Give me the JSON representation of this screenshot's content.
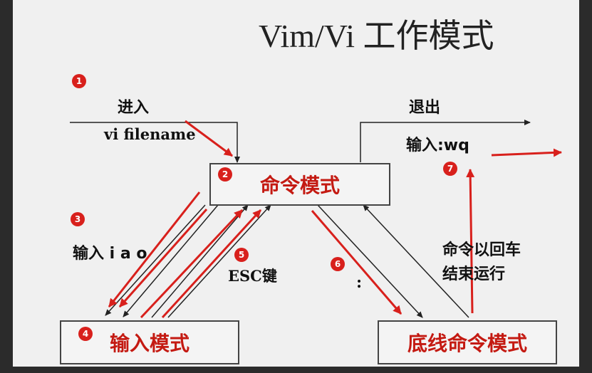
{
  "title": "Vim/Vi 工作模式",
  "modes": {
    "command": "命令模式",
    "insert": "输入模式",
    "lastline": "底线命令模式"
  },
  "labels": {
    "enter": "进入",
    "vi_filename": "vi filename",
    "exit": "退出",
    "input_wq": "输入:wq",
    "input_iao": "输入 i a o",
    "esc_key": "ESC键",
    "colon": ":",
    "enter_run_line1": "命令以回车",
    "enter_run_line2": "结束运行"
  },
  "steps": [
    "1",
    "2",
    "3",
    "4",
    "5",
    "6",
    "7"
  ],
  "colors": {
    "accent_red": "#d8201c",
    "line_black": "#222222",
    "background": "#f0f0f0"
  }
}
